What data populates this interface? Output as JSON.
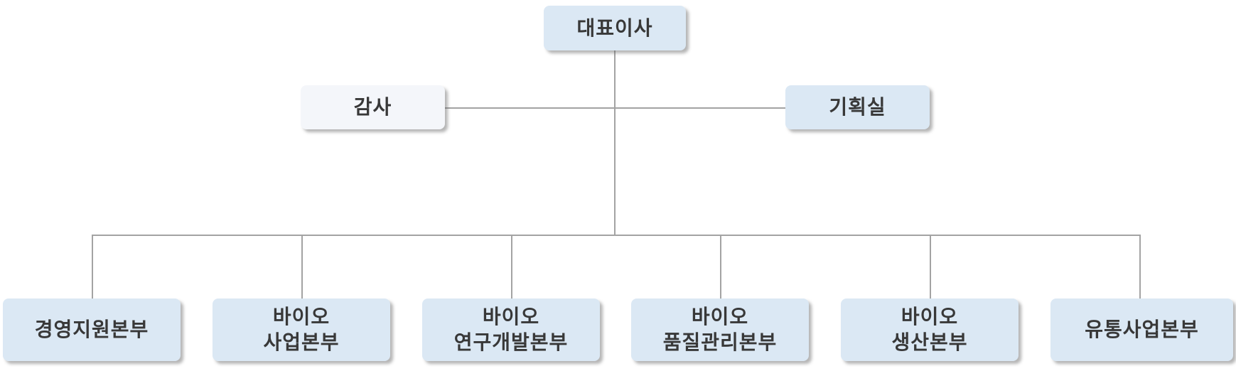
{
  "org_chart": {
    "ceo": {
      "label": "대표이사"
    },
    "staff": [
      {
        "label": "감사"
      },
      {
        "label": "기획실"
      }
    ],
    "divisions": [
      {
        "label": "경영지원본부"
      },
      {
        "label": "바이오\n사업본부"
      },
      {
        "label": "바이오\n연구개발본부"
      },
      {
        "label": "바이오\n품질관리본부"
      },
      {
        "label": "바이오\n생산본부"
      },
      {
        "label": "유통사업본부"
      }
    ],
    "colors": {
      "node_fill": "#dbe8f4",
      "auditor_fill": "#f4f6fa",
      "connector": "#a3a3a3",
      "text": "#383838",
      "background": "#ffffff"
    }
  }
}
